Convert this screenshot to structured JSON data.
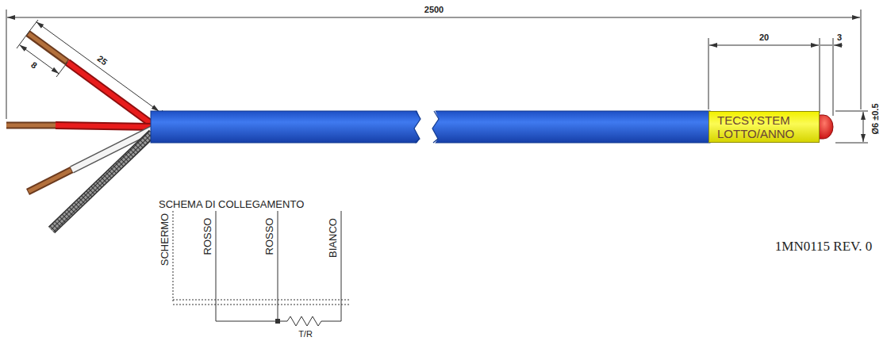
{
  "diagram": {
    "nodes": [
      {
        "text": [
          "TECSYSTEM",
          "LOTTO/ANNO"
        ]
      }
    ],
    "labels": [
      "2500",
      "25",
      "8",
      "20",
      "3",
      "Ø6 ±0.5",
      "SCHEMA DI COLLEGAMENTO",
      "SCHERMO",
      "ROSSO",
      "ROSSO",
      "BIANCO",
      "T/R",
      "1MN0115 REV. 0"
    ]
  }
}
